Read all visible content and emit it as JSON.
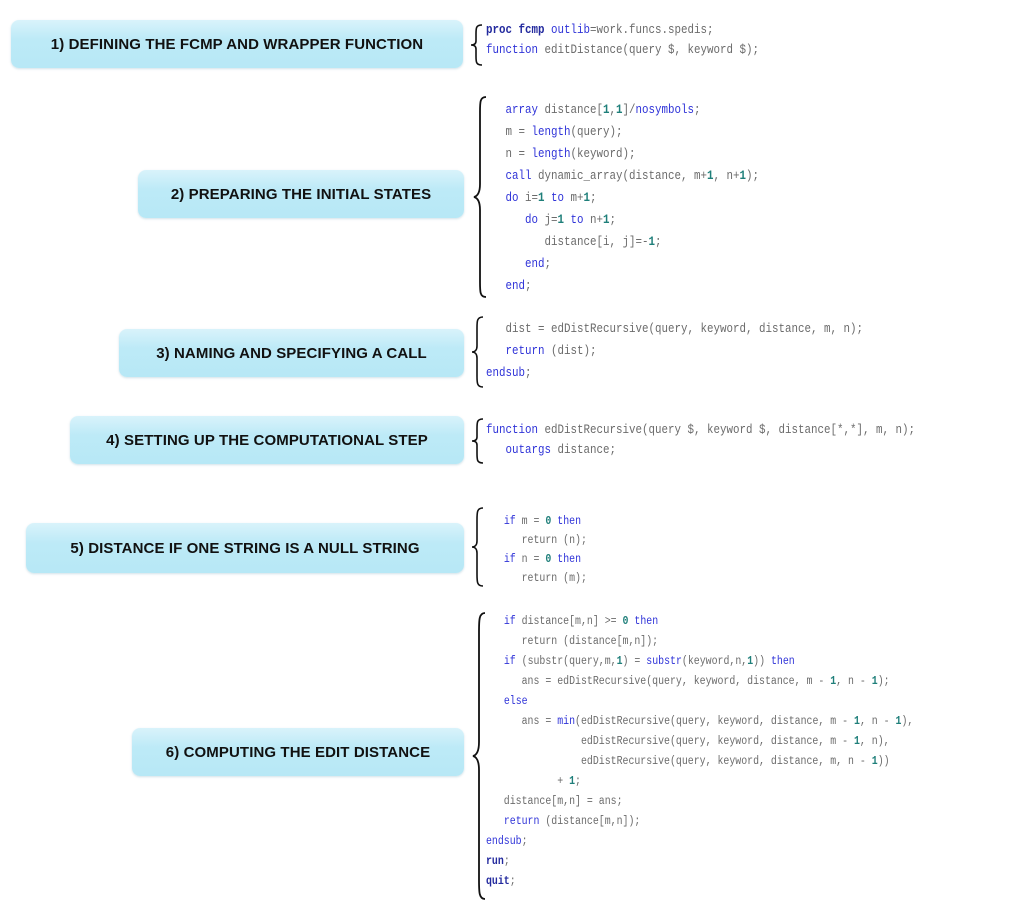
{
  "colors": {
    "label_bg": "#bdeaf7",
    "keyword": "#2f33d8",
    "bold_keyword": "#232a9e",
    "number": "#1f7f7a",
    "code_text": "#6b6b6b"
  },
  "sections": [
    {
      "label": "1) DEFINING THE FCMP AND WRAPPER FUNCTION",
      "code_lines": [
        [
          {
            "t": "proc fcmp",
            "c": "kwb"
          },
          {
            "t": " "
          },
          {
            "t": "outlib",
            "c": "kw"
          },
          {
            "t": "=work.funcs.spedis;"
          }
        ],
        [
          {
            "t": "function",
            "c": "kw"
          },
          {
            "t": " editDistance(query $, keyword $);"
          }
        ]
      ]
    },
    {
      "label": "2) PREPARING THE INITIAL STATES",
      "code_lines": [
        [
          {
            "t": "   "
          },
          {
            "t": "array",
            "c": "kw"
          },
          {
            "t": " distance["
          },
          {
            "t": "1",
            "c": "num"
          },
          {
            "t": ","
          },
          {
            "t": "1",
            "c": "num"
          },
          {
            "t": "]/"
          },
          {
            "t": "nosymbols",
            "c": "kw"
          },
          {
            "t": ";"
          }
        ],
        [
          {
            "t": "   m = "
          },
          {
            "t": "length",
            "c": "kw"
          },
          {
            "t": "(query);"
          }
        ],
        [
          {
            "t": "   n = "
          },
          {
            "t": "length",
            "c": "kw"
          },
          {
            "t": "(keyword);"
          }
        ],
        [
          {
            "t": "   "
          },
          {
            "t": "call",
            "c": "kw"
          },
          {
            "t": " dynamic_array(distance, m+"
          },
          {
            "t": "1",
            "c": "num"
          },
          {
            "t": ", n+"
          },
          {
            "t": "1",
            "c": "num"
          },
          {
            "t": ");"
          }
        ],
        [
          {
            "t": "   "
          },
          {
            "t": "do",
            "c": "kw"
          },
          {
            "t": " i="
          },
          {
            "t": "1",
            "c": "num"
          },
          {
            "t": " "
          },
          {
            "t": "to",
            "c": "kw"
          },
          {
            "t": " m+"
          },
          {
            "t": "1",
            "c": "num"
          },
          {
            "t": ";"
          }
        ],
        [
          {
            "t": "      "
          },
          {
            "t": "do",
            "c": "kw"
          },
          {
            "t": " j="
          },
          {
            "t": "1",
            "c": "num"
          },
          {
            "t": " "
          },
          {
            "t": "to",
            "c": "kw"
          },
          {
            "t": " n+"
          },
          {
            "t": "1",
            "c": "num"
          },
          {
            "t": ";"
          }
        ],
        [
          {
            "t": "         distance[i, j]=-"
          },
          {
            "t": "1",
            "c": "num"
          },
          {
            "t": ";"
          }
        ],
        [
          {
            "t": "      "
          },
          {
            "t": "end",
            "c": "kw"
          },
          {
            "t": ";"
          }
        ],
        [
          {
            "t": "   "
          },
          {
            "t": "end",
            "c": "kw"
          },
          {
            "t": ";"
          }
        ]
      ]
    },
    {
      "label": "3) NAMING AND SPECIFYING A CALL",
      "code_lines": [
        [
          {
            "t": "   dist = edDistRecursive(query, keyword, distance, m, n);"
          }
        ],
        [
          {
            "t": "   "
          },
          {
            "t": "return",
            "c": "kw"
          },
          {
            "t": " (dist);"
          }
        ],
        [
          {
            "t": "endsub",
            "c": "kw"
          },
          {
            "t": ";"
          }
        ]
      ]
    },
    {
      "label": "4) SETTING UP THE COMPUTATIONAL STEP",
      "code_lines": [
        [
          {
            "t": "function",
            "c": "kw"
          },
          {
            "t": " edDistRecursive(query $, keyword $, distance[*,*], m, n);"
          }
        ],
        [
          {
            "t": "   "
          },
          {
            "t": "outargs",
            "c": "kw"
          },
          {
            "t": " distance;"
          }
        ]
      ]
    },
    {
      "label": "5) DISTANCE  IF ONE STRING IS A NULL STRING",
      "code_lines": [
        [
          {
            "t": "   "
          },
          {
            "t": "if",
            "c": "kw"
          },
          {
            "t": " m = "
          },
          {
            "t": "0",
            "c": "num"
          },
          {
            "t": " "
          },
          {
            "t": "then",
            "c": "kw"
          }
        ],
        [
          {
            "t": "      return (n);"
          }
        ],
        [
          {
            "t": "   "
          },
          {
            "t": "if",
            "c": "kw"
          },
          {
            "t": " n = "
          },
          {
            "t": "0",
            "c": "num"
          },
          {
            "t": " "
          },
          {
            "t": "then",
            "c": "kw"
          }
        ],
        [
          {
            "t": "      return (m);"
          }
        ]
      ]
    },
    {
      "label": "6) COMPUTING THE EDIT DISTANCE",
      "code_lines": [
        [
          {
            "t": "   "
          },
          {
            "t": "if",
            "c": "kw"
          },
          {
            "t": " distance[m,n] >= "
          },
          {
            "t": "0",
            "c": "num"
          },
          {
            "t": " "
          },
          {
            "t": "then",
            "c": "kw"
          }
        ],
        [
          {
            "t": "      return (distance[m,n]);"
          }
        ],
        [
          {
            "t": "   "
          },
          {
            "t": "if",
            "c": "kw"
          },
          {
            "t": " (substr(query,m,"
          },
          {
            "t": "1",
            "c": "num"
          },
          {
            "t": ") = "
          },
          {
            "t": "substr",
            "c": "kw"
          },
          {
            "t": "(keyword,n,"
          },
          {
            "t": "1",
            "c": "num"
          },
          {
            "t": ")) "
          },
          {
            "t": "then",
            "c": "kw"
          }
        ],
        [
          {
            "t": "      ans = edDistRecursive(query, keyword, distance, m - "
          },
          {
            "t": "1",
            "c": "num"
          },
          {
            "t": ", n - "
          },
          {
            "t": "1",
            "c": "num"
          },
          {
            "t": ");"
          }
        ],
        [
          {
            "t": "   "
          },
          {
            "t": "else",
            "c": "kw"
          }
        ],
        [
          {
            "t": "      ans = "
          },
          {
            "t": "min",
            "c": "kw"
          },
          {
            "t": "(edDistRecursive(query, keyword, distance, m - "
          },
          {
            "t": "1",
            "c": "num"
          },
          {
            "t": ", n - "
          },
          {
            "t": "1",
            "c": "num"
          },
          {
            "t": "),"
          }
        ],
        [
          {
            "t": "                edDistRecursive(query, keyword, distance, m - "
          },
          {
            "t": "1",
            "c": "num"
          },
          {
            "t": ", n),"
          }
        ],
        [
          {
            "t": "                edDistRecursive(query, keyword, distance, m, n - "
          },
          {
            "t": "1",
            "c": "num"
          },
          {
            "t": "))"
          }
        ],
        [
          {
            "t": "            + "
          },
          {
            "t": "1",
            "c": "num"
          },
          {
            "t": ";"
          }
        ],
        [
          {
            "t": "   distance[m,n] = ans;"
          }
        ],
        [
          {
            "t": "   "
          },
          {
            "t": "return",
            "c": "kw"
          },
          {
            "t": " (distance[m,n]);"
          }
        ],
        [
          {
            "t": "endsub",
            "c": "kw"
          },
          {
            "t": ";"
          }
        ],
        [
          {
            "t": "run",
            "c": "kwb"
          },
          {
            "t": ";"
          }
        ],
        [
          {
            "t": "quit",
            "c": "kwb"
          },
          {
            "t": ";"
          }
        ]
      ]
    }
  ]
}
